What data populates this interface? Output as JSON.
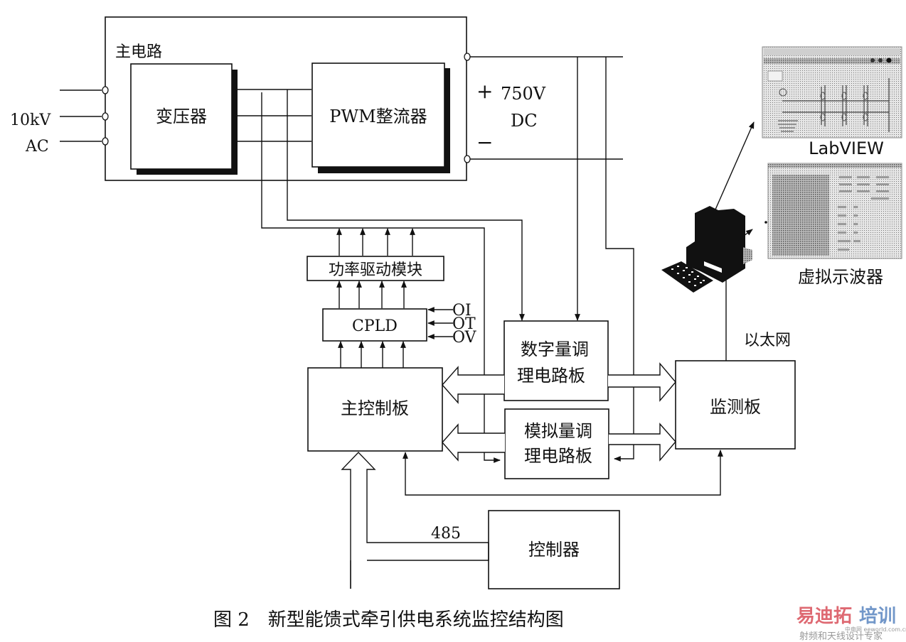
{
  "figure": {
    "caption": "图 2　新型能馈式牵引供电系统监控结构图"
  },
  "main_circuit": {
    "title": "主电路",
    "input_label_voltage": "10kV",
    "input_label_type": "AC",
    "transformer": "变压器",
    "rectifier": "PWM整流器",
    "dc_plus": "+",
    "dc_minus": "−",
    "dc_voltage": "750V",
    "dc_type": "DC"
  },
  "blocks": {
    "power_driver": "功率驱动模块",
    "cpld": "CPLD",
    "cpld_inputs": [
      "OI",
      "OT",
      "OV"
    ],
    "digital_board_line1": "数字量调",
    "digital_board_line2": "理电路板",
    "analog_board_line1": "模拟量调",
    "analog_board_line2": "理电路板",
    "main_control": "主控制板",
    "monitor_board": "监测板",
    "controller": "控制器",
    "bus_label": "485",
    "network_label": "以太网"
  },
  "pc": {
    "screen1_label": "LabVIEW",
    "screen2_label": "虚拟示波器"
  },
  "watermark": {
    "line1_red": "易迪拓",
    "line1_blue": "培训",
    "site": "中电网 eeworld.com.cn",
    "line2": "射频和天线设计专家"
  }
}
